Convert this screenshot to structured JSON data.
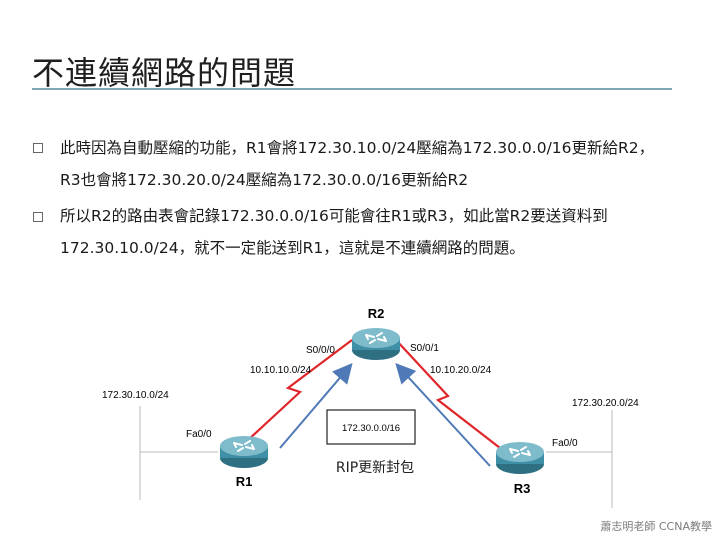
{
  "title": "不連續網路的問題",
  "bullets": [
    {
      "line1": "此時因為自動壓縮的功能，R1會將172.30.10.0/24壓縮為172.30.0.0/16更新給R2，",
      "line2": "R3也會將172.30.20.0/24壓縮為172.30.0.0/16更新給R2"
    },
    {
      "line1": "所以R2的路由表會記錄172.30.0.0/16可能會往R1或R3，如此當R2要送資料到",
      "line2": "172.30.10.0/24，就不一定能送到R1，這就是不連續網路的問題。"
    }
  ],
  "diagram": {
    "routers": {
      "r1": "R1",
      "r2": "R2",
      "r3": "R3"
    },
    "interfaces": {
      "r2_left": "S0/0/0",
      "r2_right": "S0/0/1",
      "r1_lan": "Fa0/0",
      "r3_lan": "Fa0/0"
    },
    "addresses": {
      "link_left": "10.10.10.0/24",
      "link_right": "10.10.20.0/24",
      "lan_left": "172.30.10.0/24",
      "lan_right": "172.30.20.0/24"
    },
    "summary_box": "172.30.0.0/16",
    "update_label": "RIP更新封包",
    "colors": {
      "serial_link": "#e0262b",
      "arrow": "#4f79b7",
      "router_body": "#3f8fa6",
      "router_light": "#a9d4de"
    }
  },
  "footer": "蕭志明老師 CCNA教學"
}
